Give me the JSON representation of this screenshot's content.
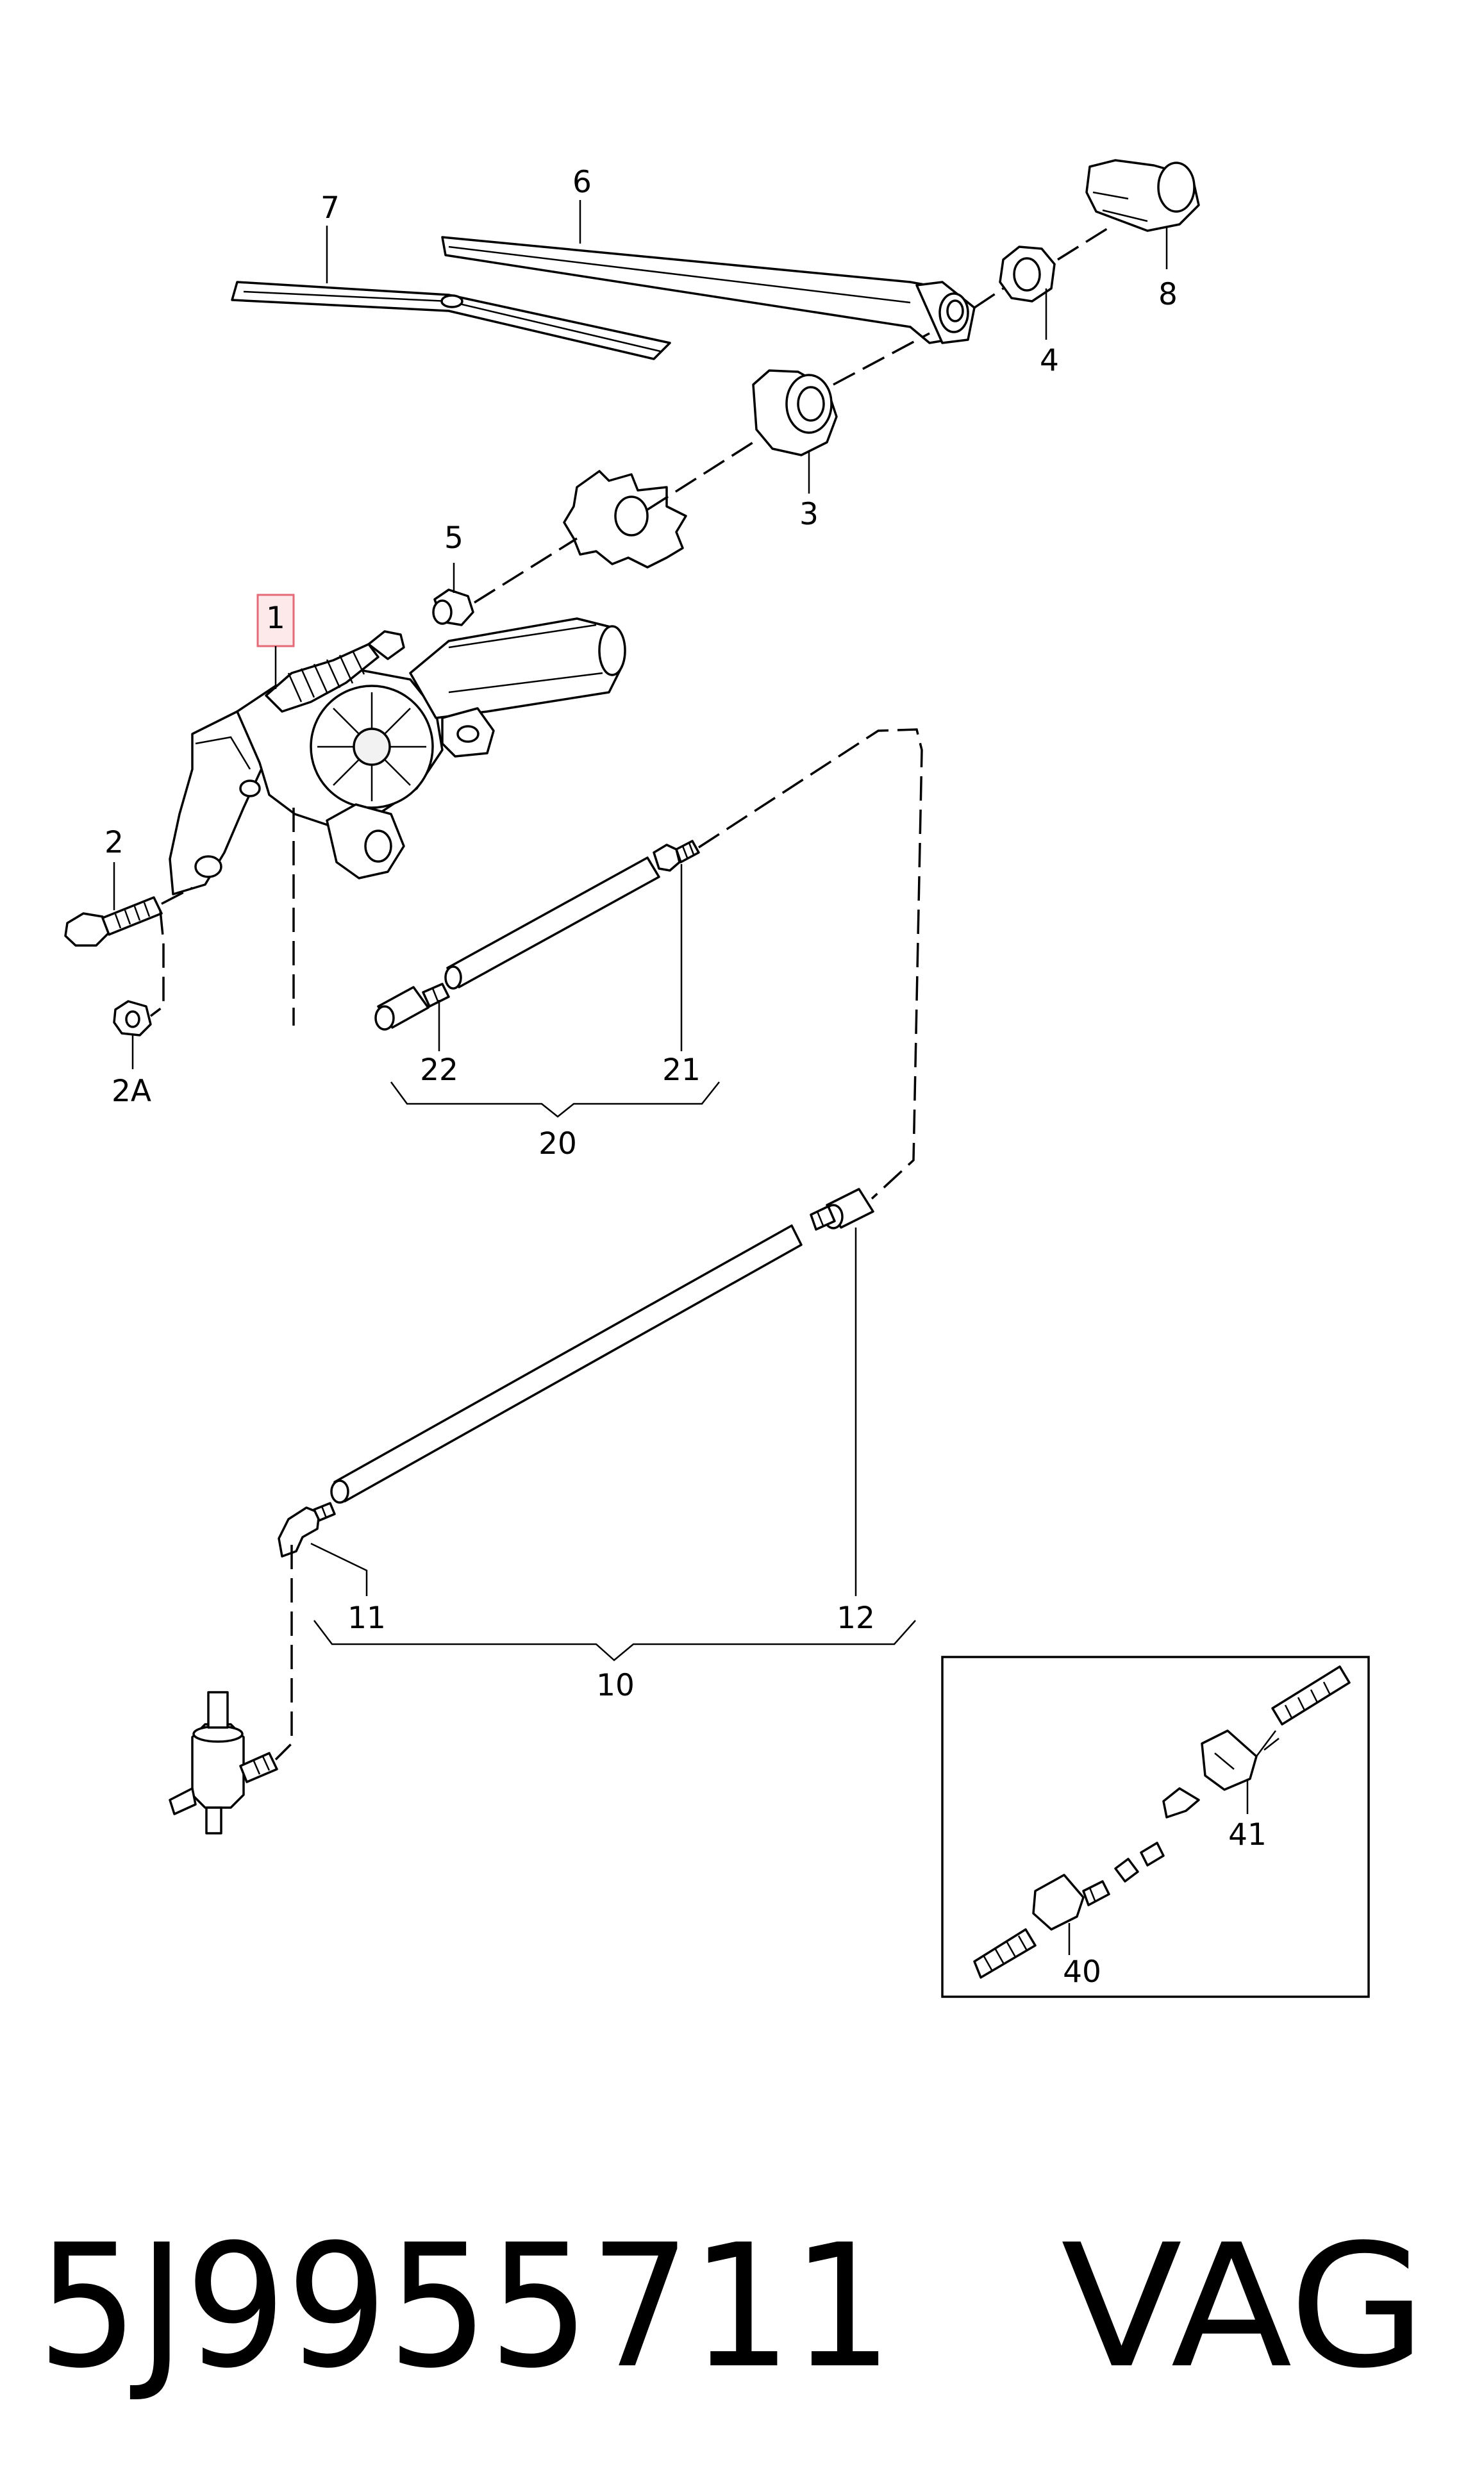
{
  "diagram": {
    "callouts": {
      "c1": "1",
      "c2": "2",
      "c2a": "2A",
      "c3": "3",
      "c4": "4",
      "c5": "5",
      "c6": "6",
      "c7": "7",
      "c8": "8",
      "c10": "10",
      "c11": "11",
      "c12": "12",
      "c20": "20",
      "c21": "21",
      "c22": "22",
      "c40": "40",
      "c41": "41"
    },
    "highlighted_callout": "1",
    "highlight_color": "#e46a78"
  },
  "footer": {
    "part_number": "5J9955711",
    "brand": "VAG"
  }
}
